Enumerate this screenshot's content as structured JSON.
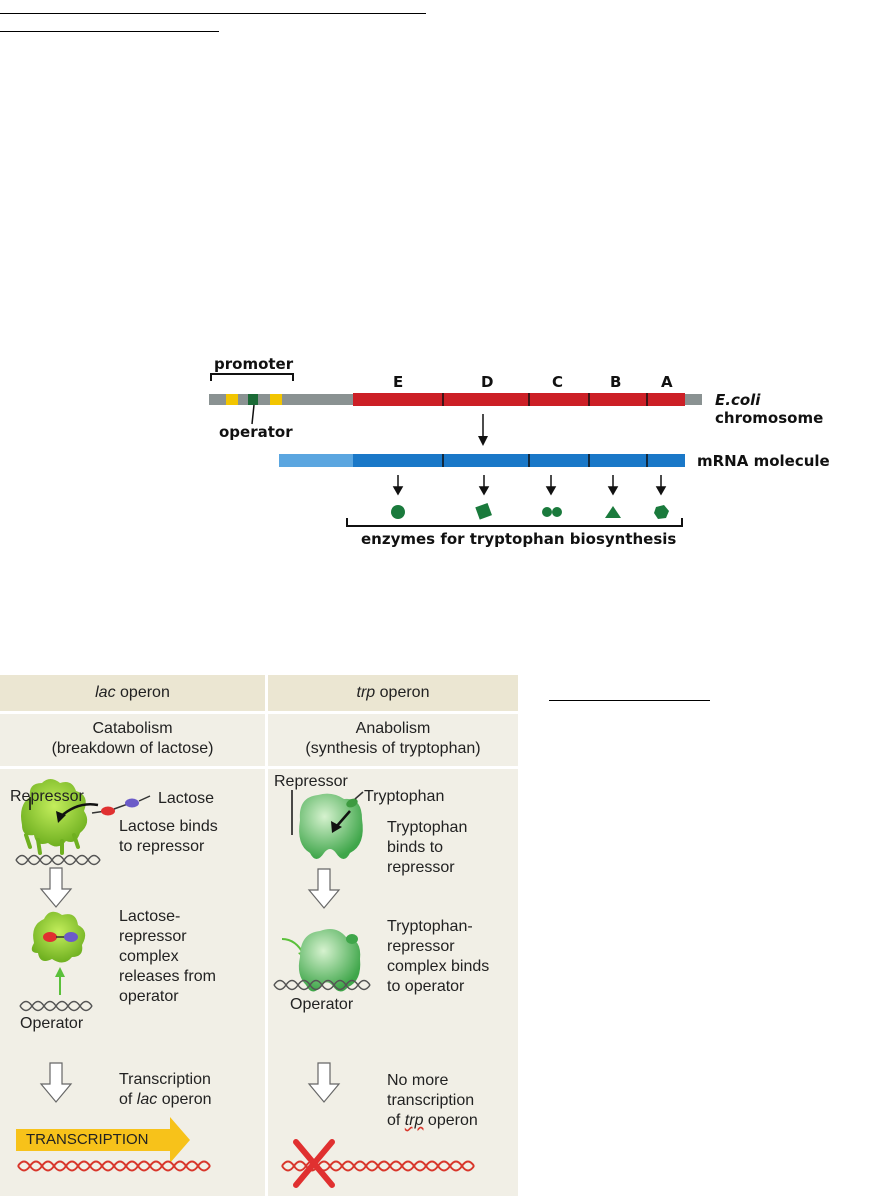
{
  "diagram": {
    "promoter_label": "promoter",
    "operator_label": "operator",
    "genes": [
      "E",
      "D",
      "C",
      "B",
      "A"
    ],
    "chromosome_label_italic": "E.coli",
    "chromosome_label": "chromosome",
    "mrna_label": "mRNA molecule",
    "enzymes_label": "enzymes for tryptophan biosynthesis"
  },
  "table": {
    "lac_header_italic": "lac",
    "lac_header_rest": "operon",
    "trp_header_italic": "trp",
    "trp_header_rest": "operon",
    "lac_type": "Catabolism",
    "lac_desc": "(breakdown of lactose)",
    "trp_type": "Anabolism",
    "trp_desc": "(synthesis of tryptophan)",
    "lac_repressor": "Repressor",
    "lac_lactose": "Lactose",
    "lac_step1_line1": "Lactose binds",
    "lac_step1_line2": "to repressor",
    "lac_step2_line1": "Lactose-",
    "lac_step2_line2": "repressor",
    "lac_step2_line3": "complex",
    "lac_step2_line4": "releases from",
    "lac_step2_line5": "operator",
    "lac_operator": "Operator",
    "lac_step3_line1": "Transcription",
    "lac_step3_line2a": "of",
    "lac_step3_line2b": "lac",
    "lac_step3_line2c": "operon",
    "lac_transcription_arrow": "TRANSCRIPTION",
    "trp_repressor": "Repressor",
    "trp_tryptophan": "Tryptophan",
    "trp_step1_line1": "Tryptophan",
    "trp_step1_line2": "binds to",
    "trp_step1_line3": "repressor",
    "trp_step2_line1": "Tryptophan-",
    "trp_step2_line2": "repressor",
    "trp_step2_line3": "complex binds",
    "trp_step2_line4": "to operator",
    "trp_operator": "Operator",
    "trp_step3_line1": "No more",
    "trp_step3_line2": "transcription",
    "trp_step3_line3a": "of",
    "trp_step3_line3b": "trp",
    "trp_step3_line3c": "operon"
  },
  "colors": {
    "gene_red": "#cc1f26",
    "mrna_blue": "#1a78c8",
    "mrna_light": "#5ba6e0",
    "gray_dna": "#8a9292",
    "yellow": "#f2c500",
    "enzyme_green": "#1a7a3c",
    "repressor_green": "#8ccd2e",
    "trp_green": "#4fb85a",
    "dna_red": "#d8362b",
    "arrow_yellow": "#f7c21a"
  }
}
